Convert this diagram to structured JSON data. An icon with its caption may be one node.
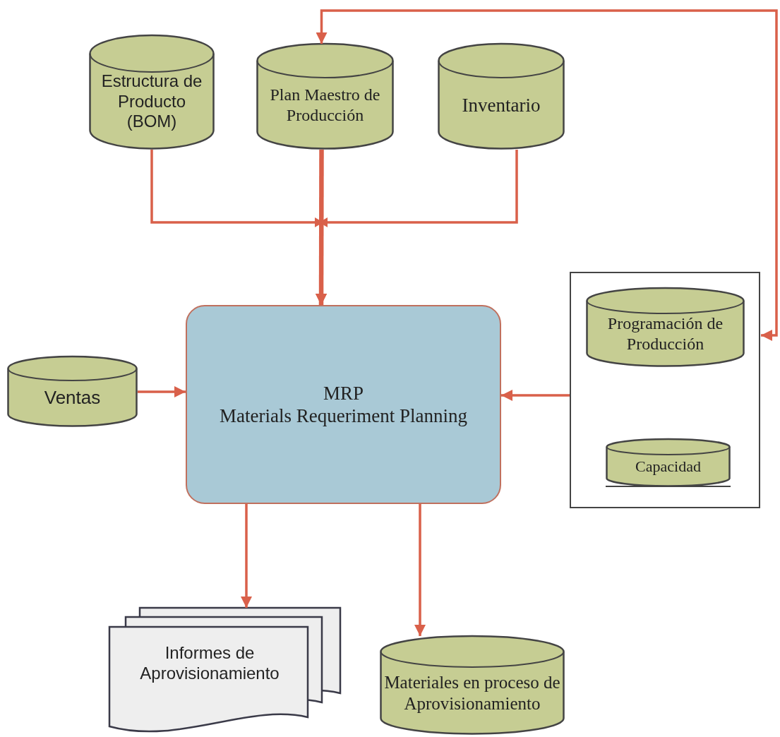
{
  "diagram": {
    "nodes": [
      {
        "text": [
          "Estructura de Producto (BOM)"
        ]
      },
      {
        "text": [
          "Plan Maestro de Producción"
        ]
      },
      {
        "text": [
          "Inventario"
        ]
      },
      {
        "text": [
          "MRP",
          "Materials Requeriment Planning"
        ]
      },
      {
        "text": [],
        "shape": "box"
      },
      {
        "text": [
          "Programación de Producción"
        ],
        "in": 4
      },
      {
        "text": [
          "Capacidad"
        ],
        "in": 4
      },
      {
        "text": [
          "Ventas"
        ]
      },
      {
        "text": [
          "Informes de Aprovisionamiento"
        ]
      },
      {
        "text": [
          "Materiales en proceso de Aprovisionamiento"
        ]
      }
    ],
    "edges": [
      {
        "from": 0,
        "to": 3,
        "arrow": "to"
      },
      {
        "from": 1,
        "to": 3,
        "arrow": "to",
        "style": "thick"
      },
      {
        "from": 2,
        "to": 3,
        "arrow": "to"
      },
      {
        "from": 4,
        "to": 1,
        "arrow": "both"
      },
      {
        "from": 7,
        "to": 3,
        "arrow": "to"
      },
      {
        "from": 4,
        "to": 3,
        "arrow": "to"
      },
      {
        "from": 3,
        "to": 8,
        "arrow": "to"
      },
      {
        "from": 3,
        "to": 9,
        "arrow": "to"
      }
    ]
  }
}
